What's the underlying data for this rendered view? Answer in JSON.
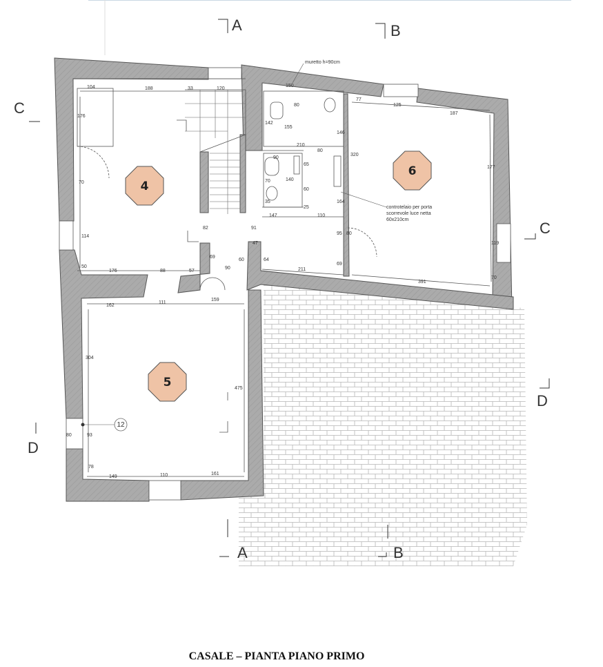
{
  "caption": "CASALE – PIANTA PIANO PRIMO",
  "rooms": [
    {
      "number": "4"
    },
    {
      "number": "5"
    },
    {
      "number": "6"
    }
  ],
  "marker": "12",
  "section_labels": [
    "A",
    "A",
    "B",
    "B",
    "C",
    "C",
    "D",
    "D"
  ],
  "notes": {
    "low_wall": "muretto h=90cm",
    "frame_line1": "controtelaio per porta",
    "frame_line2": "scorrevole luce netta",
    "frame_line3": "60x210cm"
  },
  "dimensions": [
    "104",
    "188",
    "33",
    "120",
    "150",
    "80",
    "77",
    "125",
    "187",
    "176",
    "70",
    "114",
    "50",
    "142",
    "155",
    "146",
    "210",
    "80",
    "90",
    "65",
    "70",
    "140",
    "60",
    "35",
    "25",
    "164",
    "320",
    "177",
    "147",
    "110",
    "82",
    "91",
    "47",
    "69",
    "60",
    "64",
    "211",
    "95",
    "80",
    "69",
    "176",
    "88",
    "57",
    "90",
    "391",
    "119",
    "70",
    "162",
    "111",
    "159",
    "304",
    "475",
    "93",
    "80",
    "78",
    "149",
    "110",
    "161"
  ],
  "colors": {
    "wall": "#a9a9a9",
    "badge": "#efc3a6",
    "line": "#555555"
  }
}
